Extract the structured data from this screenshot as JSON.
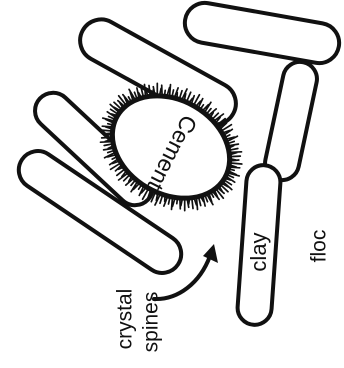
{
  "labels": {
    "cement": "Cement",
    "clay": "clay",
    "floc": "floc",
    "crystal": "crystal",
    "spines": "spines"
  },
  "colors": {
    "ink": "#111111",
    "paper": "#ffffff"
  }
}
